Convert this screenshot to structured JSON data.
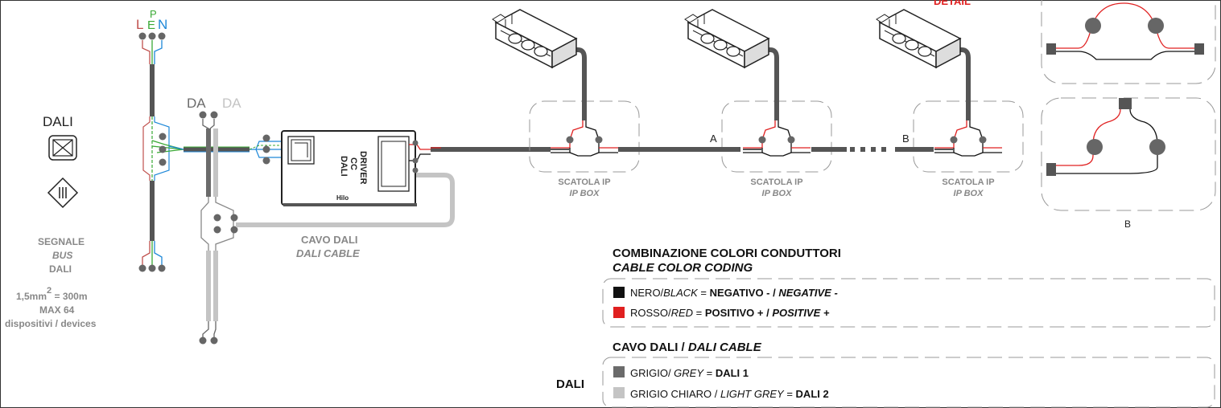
{
  "power_terminals": {
    "l": "L",
    "p": "P",
    "e": "E",
    "n": "N"
  },
  "dali_terminals": {
    "da1": "DA",
    "da2": "DA"
  },
  "left_panel": {
    "title": "DALI",
    "signal_1": "SEGNALE",
    "signal_2": "BUS",
    "signal_3": "DALI",
    "spec_a": "1,5mm",
    "spec_sup": "2",
    "spec_b": " = 300m",
    "max": "MAX 64",
    "devices": "dispositivi / devices"
  },
  "driver": {
    "line1": "DRIVER",
    "line2": "CC",
    "line3": "DALI",
    "brand": "Hilo"
  },
  "cable_label": {
    "it": "CAVO DALI",
    "en": "DALI CABLE"
  },
  "boxes": [
    {
      "it": "SCATOLA IP",
      "en": "IP BOX"
    },
    {
      "it": "SCATOLA IP",
      "en": "IP BOX"
    },
    {
      "it": "SCATOLA IP",
      "en": "IP BOX"
    }
  ],
  "points": {
    "a": "A",
    "b": "B"
  },
  "detail": {
    "red_header": "DETAIL",
    "b_label": "B"
  },
  "legend": {
    "title_it": "COMBINAZIONE COLORI CONDUTTORI",
    "title_en": "CABLE COLOR CODING",
    "black_it": "NERO/",
    "black_en": "BLACK",
    "black_eq": " = ",
    "black_val": "NEGATIVO - / ",
    "black_val_en": "NEGATIVE -",
    "red_it": "ROSSO/",
    "red_en": "RED",
    "red_eq": " = ",
    "red_val": "POSITIVO + / ",
    "red_val_en": "POSITIVE +",
    "dali_title_it": "CAVO DALI / ",
    "dali_title_en": "DALI CABLE",
    "dali_side": "DALI",
    "grey_it": "GRIGIO/ ",
    "grey_en": "GREY",
    "grey_eq": " = ",
    "grey_val": "DALI 1",
    "lgrey_it": "GRIGIO CHIARO / ",
    "lgrey_en": "LIGHT GREY",
    "lgrey_eq": " = ",
    "lgrey_val": "DALI 2"
  },
  "colors": {
    "dali1": "#6b6b6b",
    "dali2": "#c4c4c4",
    "positive": "#e02020",
    "negative": "#111111",
    "line_l": "#c0504d",
    "line_e": "#3aa935",
    "line_n": "#1e88d8"
  }
}
